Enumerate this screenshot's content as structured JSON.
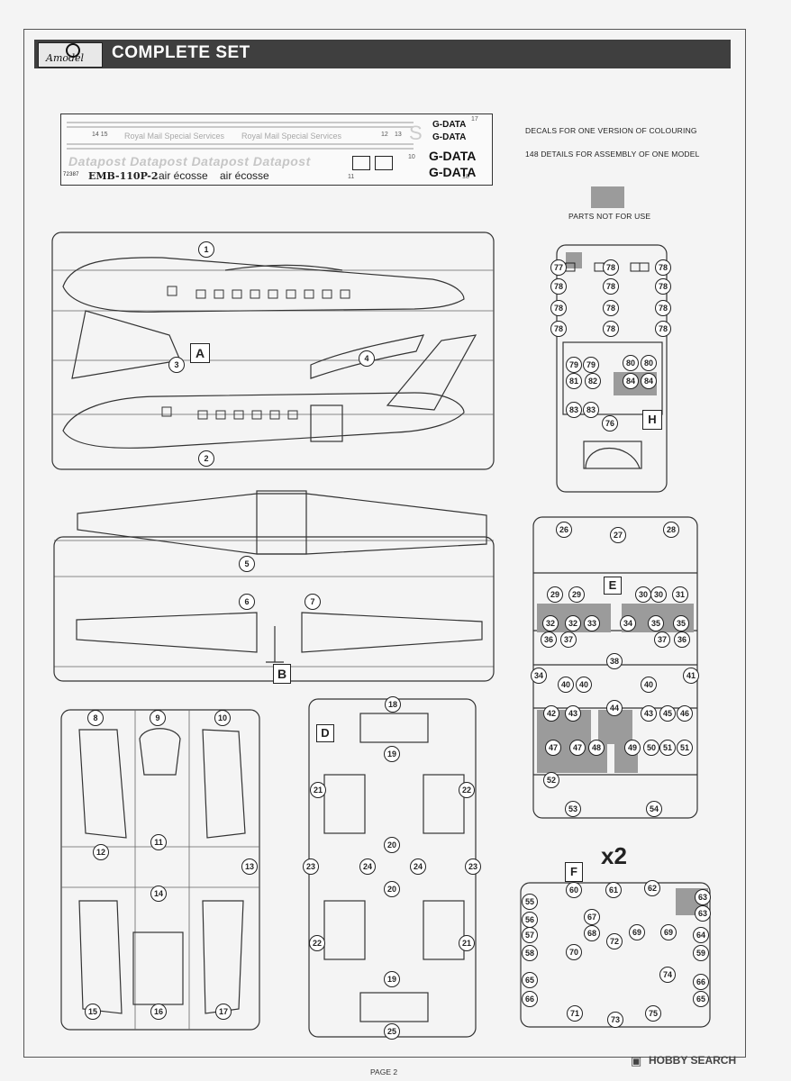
{
  "header": {
    "logo_text": "Amodel",
    "title": "COMPLETE SET"
  },
  "decals": {
    "royal_mail_1": "Royal Mail Special Services",
    "royal_mail_2": "Royal Mail Special Services",
    "datapost": "Datapost Datapost Datapost Datapost",
    "kit_no": "72387",
    "model_name": "EMB-110P-2",
    "airline": "air écosse",
    "airline2": "air écosse",
    "reg1": "G-DATA",
    "reg2": "G-DATA",
    "reg3": "G-DATA",
    "reg4": "G-DATA",
    "reg_letter": "S",
    "num_14_15": "14 15",
    "num_12": "12",
    "num_13": "13",
    "num_17": "17",
    "num_10": "10",
    "num_11": "11",
    "num_18": "18"
  },
  "notes": {
    "decals": "DECALS FOR ONE VERSION OF COLOURING",
    "details": "148 DETAILS FOR ASSEMBLY OF ONE MODEL",
    "parts_not_for_use": "PARTS NOT FOR USE"
  },
  "sprues": {
    "A": "A",
    "B": "B",
    "D": "D",
    "E": "E",
    "F": "F",
    "H": "H",
    "F_mult": "x2"
  },
  "colors": {
    "header_bg": "#3f3f3f",
    "unused_gray": "#9b9b9b"
  },
  "footer": {
    "page": "PAGE 2",
    "watermark": "HOBBY SEARCH"
  }
}
